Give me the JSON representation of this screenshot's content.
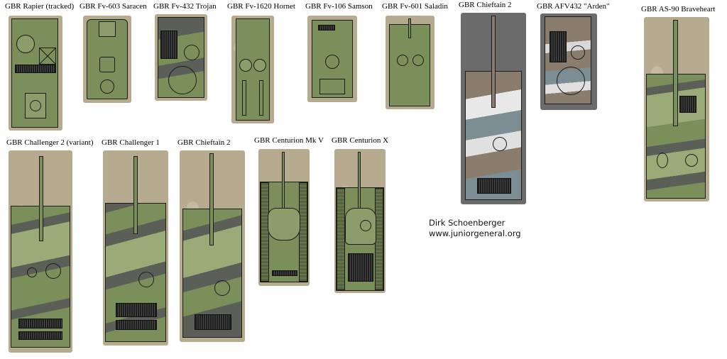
{
  "colors": {
    "background": "#ffffff",
    "sand_tile": "#b7ab8f",
    "grey_tile": "#6b6b6b",
    "olive_green": "#7a8f5a",
    "dark_camo": "#5c5f58",
    "light_green": "#9aab78",
    "outline": "#1c1c1c"
  },
  "row1": [
    {
      "label": "GBR Rapier (tracked)"
    },
    {
      "label": "GBR Fv-603 Saracen"
    },
    {
      "label": "GBR Fv-432 Trojan"
    },
    {
      "label": "GBR Fv-1620 Hornet"
    },
    {
      "label": "GBR Fv-106 Samson"
    },
    {
      "label": "GBR Fv-601 Saladin"
    },
    {
      "label": "GBR Chieftain 2"
    },
    {
      "label": "GBR AFV432 \"Arden\""
    },
    {
      "label": "GBR AS-90 Braveheart"
    }
  ],
  "row2": [
    {
      "label": "GBR Challenger 2 (variant)"
    },
    {
      "label": "GBR Challenger 1"
    },
    {
      "label": "GBR Chieftain 2"
    },
    {
      "label": "GBR Centurion Mk V"
    },
    {
      "label": "GBR Centurion X"
    }
  ],
  "credit": {
    "author": "Dirk Schoenberger",
    "website": "www.juniorgeneral.org"
  }
}
